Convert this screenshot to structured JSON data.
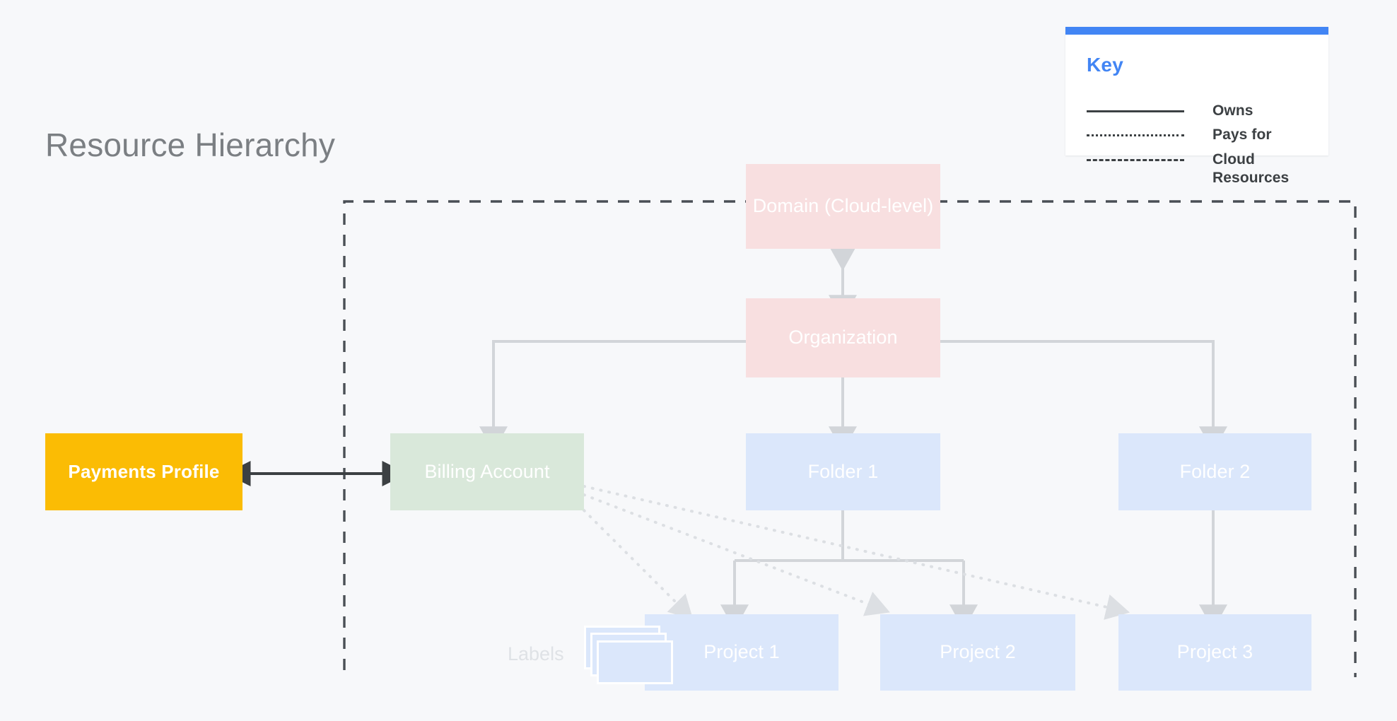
{
  "page": {
    "title": "Resource Hierarchy",
    "background_color": "#f7f8fa"
  },
  "key": {
    "title": "Key",
    "accent_color": "#4285f4",
    "rows": [
      {
        "style": "solid",
        "label": "Owns"
      },
      {
        "style": "dotted",
        "label": "Pays for"
      },
      {
        "style": "dashed",
        "label": "Cloud Resources"
      }
    ]
  },
  "nodes": {
    "domain": {
      "label": "Domain (Cloud-level)",
      "color": "#f8dfe0"
    },
    "organization": {
      "label": "Organization",
      "color": "#f8dfe0"
    },
    "billing": {
      "label": "Billing Account",
      "color": "#d9e8da"
    },
    "payments": {
      "label": "Payments Profile",
      "color": "#fbbc04"
    },
    "folder1": {
      "label": "Folder 1",
      "color": "#dbe7fb"
    },
    "folder2": {
      "label": "Folder 2",
      "color": "#dbe7fb"
    },
    "project1": {
      "label": "Project 1",
      "color": "#dbe7fb"
    },
    "project2": {
      "label": "Project 2",
      "color": "#dbe7fb"
    },
    "project3": {
      "label": "Project 3",
      "color": "#dbe7fb"
    },
    "labels": {
      "label": "Labels"
    }
  },
  "relationships": {
    "owns": [
      "Organization owns Billing Account",
      "Organization owns Folder 1",
      "Organization owns Folder 2",
      "Folder 1 owns Project 1",
      "Folder 1 owns Project 2",
      "Folder 2 owns Project 3"
    ],
    "pays_for": [
      "Billing Account pays for Project 1",
      "Billing Account pays for Project 2",
      "Billing Account pays for Project 3"
    ],
    "bidirectional": [
      "Payments Profile <-> Billing Account",
      "Domain (Cloud-level) <-> Organization"
    ],
    "cloud_resources_boundary": "dashed rectangle enclosing Domain, Organization, Billing Account, Folders and Projects"
  }
}
